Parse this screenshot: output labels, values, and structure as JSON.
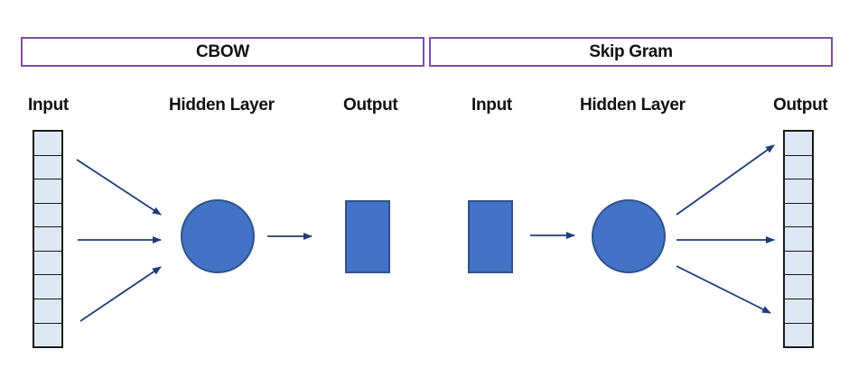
{
  "panels": {
    "cbow": {
      "title": "CBOW",
      "input_label": "Input",
      "hidden_label": "Hidden Layer",
      "output_label": "Output",
      "input_vector_cells": 9
    },
    "skipgram": {
      "title": "Skip Gram",
      "input_label": "Input",
      "hidden_label": "Hidden Layer",
      "output_label": "Output",
      "output_vector_cells": 9
    }
  },
  "colors": {
    "node_fill": "#4472c4",
    "node_stroke": "#2f528f",
    "arrow": "#1f3b7a",
    "header_border": "#7b4fa6",
    "vector_fill": "#dfe7f5"
  }
}
